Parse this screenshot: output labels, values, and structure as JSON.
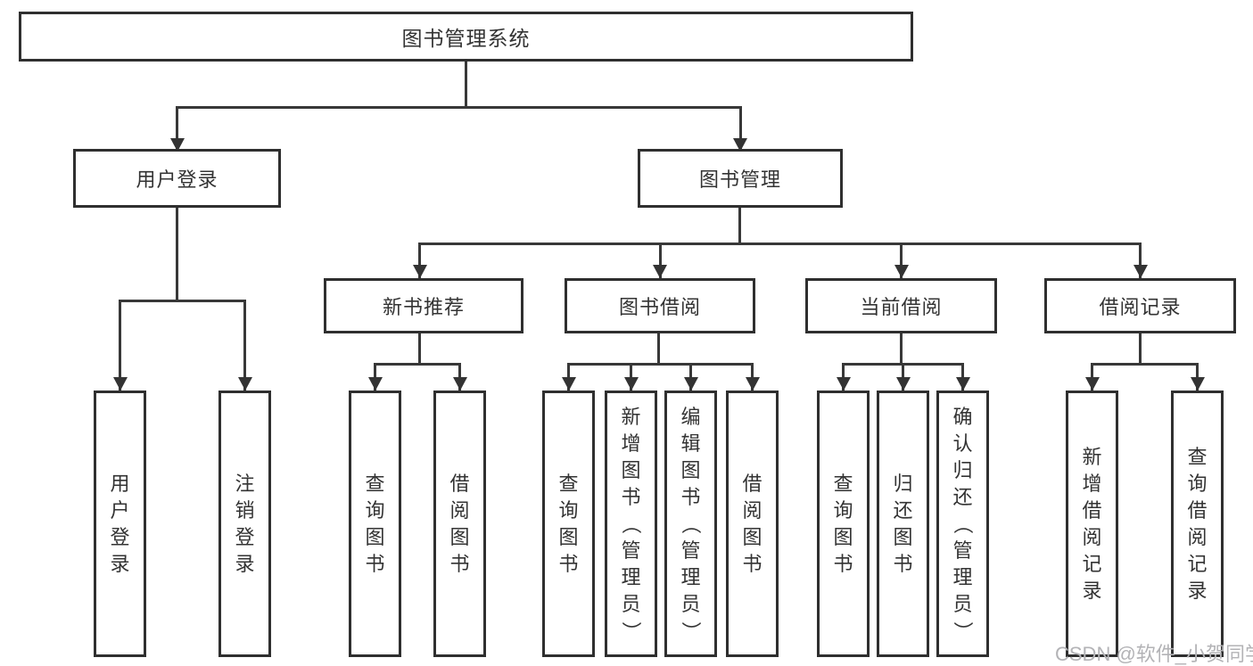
{
  "root": {
    "label": "图书管理系统"
  },
  "level2": [
    {
      "label": "用户登录"
    },
    {
      "label": "图书管理"
    }
  ],
  "level3": [
    {
      "label": "新书推荐"
    },
    {
      "label": "图书借阅"
    },
    {
      "label": "当前借阅"
    },
    {
      "label": "借阅记录"
    }
  ],
  "leaves": [
    {
      "label": "用户登录"
    },
    {
      "label": "注销登录"
    },
    {
      "label": "查询图书"
    },
    {
      "label": "借阅图书"
    },
    {
      "label": "查询图书"
    },
    {
      "label": "新增图书（管理员）"
    },
    {
      "label": "编辑图书（管理员）"
    },
    {
      "label": "借阅图书"
    },
    {
      "label": "查询图书"
    },
    {
      "label": "归还图书"
    },
    {
      "label": "确认归还（管理员）"
    },
    {
      "label": "新增借阅记录"
    },
    {
      "label": "查询借阅记录"
    }
  ],
  "watermark": {
    "text": "CSDN @软件_小贺同学"
  },
  "colors": {
    "line": "#383838",
    "border": "#2f2f2f",
    "text": "#333333",
    "watermark": "#b3b3b6"
  }
}
